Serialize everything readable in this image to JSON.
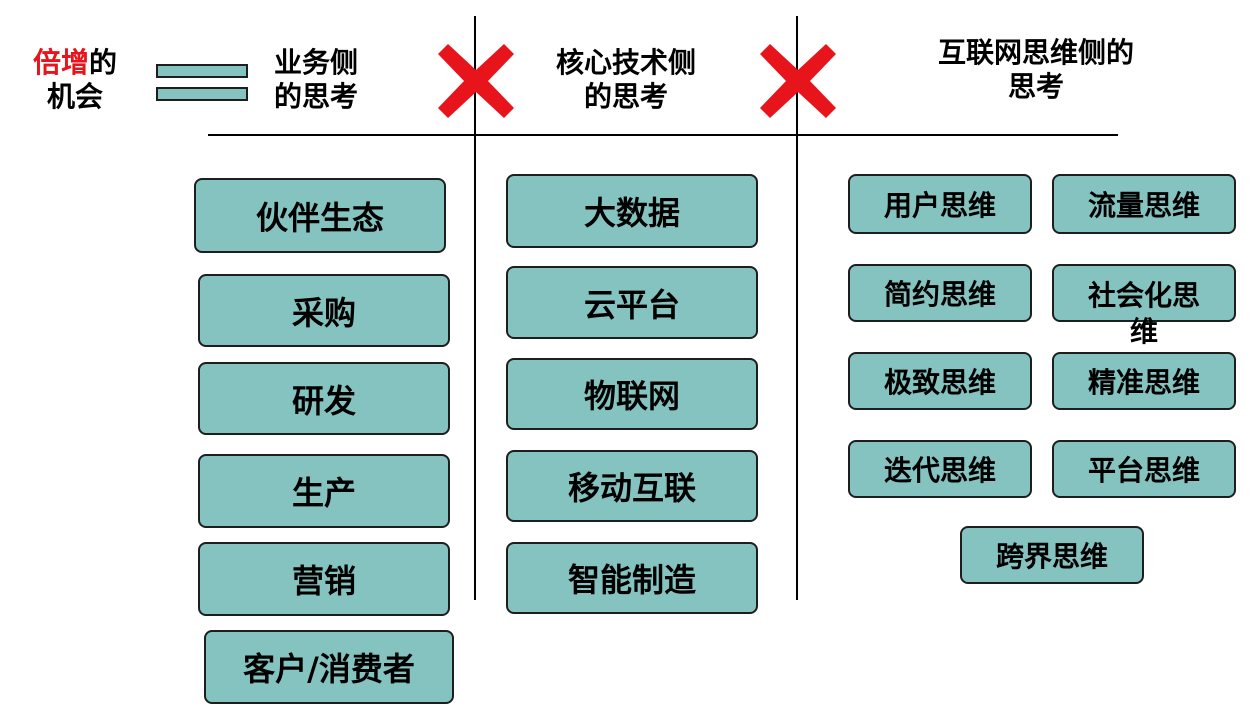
{
  "header": {
    "opportunity_red": "倍增",
    "opportunity_rest_line1": "的",
    "opportunity_line2": "机会",
    "business_side": [
      "业务侧",
      "的思考"
    ],
    "tech_side": [
      "核心技术侧",
      "的思考"
    ],
    "internet_side": [
      "互联网思维侧的",
      "思考"
    ]
  },
  "colors": {
    "box_fill": "#84c3c0",
    "cross": "#e8141b",
    "highlight_text": "#e8141b"
  },
  "icons": [
    "equals-icon",
    "cross-icon",
    "cross-icon"
  ],
  "business_items": [
    "伙伴生态",
    "采购",
    "研发",
    "生产",
    "营销",
    "客户/消费者"
  ],
  "tech_items": [
    "大数据",
    "云平台",
    "物联网",
    "移动互联",
    "智能制造"
  ],
  "internet_items": [
    "用户思维",
    "流量思维",
    "简约思维",
    "社会化思维",
    "极致思维",
    "精准思维",
    "迭代思维",
    "平台思维",
    "跨界思维"
  ]
}
